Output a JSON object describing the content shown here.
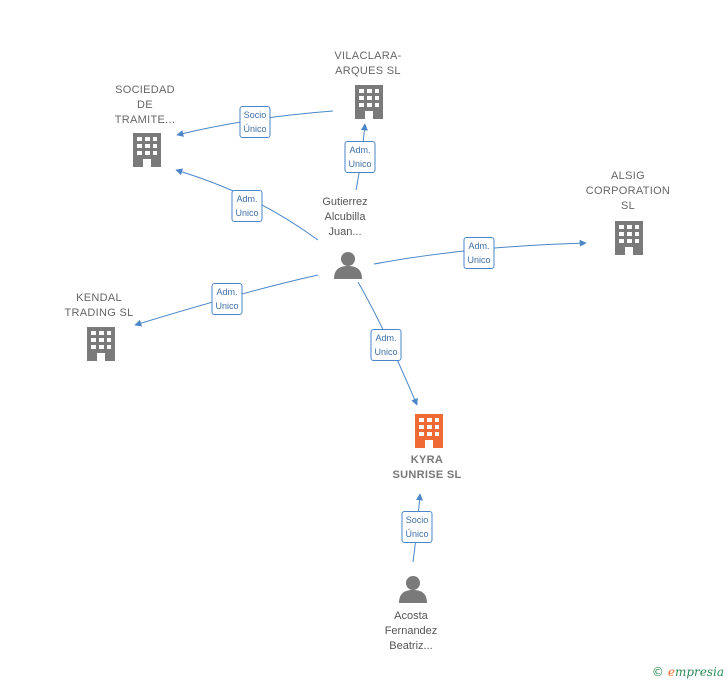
{
  "nodes": {
    "vilaclara": {
      "label": "VILACLARA-\nARQUES SL",
      "type": "company",
      "icon": "building-icon"
    },
    "sociedad": {
      "label": "SOCIEDAD\nDE\nTRAMITE...",
      "type": "company",
      "icon": "building-icon"
    },
    "alsig": {
      "label": "ALSIG\nCORPORATION\nSL",
      "type": "company",
      "icon": "building-icon"
    },
    "kendal": {
      "label": "KENDAL\nTRADING  SL",
      "type": "company",
      "icon": "building-icon"
    },
    "kyra": {
      "label": "KYRA\nSUNRISE  SL",
      "type": "company-focus",
      "icon": "building-icon"
    },
    "gutierrez": {
      "label": "Gutierrez\nAlcubilla\nJuan...",
      "type": "person",
      "icon": "person-icon"
    },
    "acosta": {
      "label": "Acosta\nFernandez\nBeatriz...",
      "type": "person",
      "icon": "person-icon"
    }
  },
  "edges": [
    {
      "id": "e1",
      "label": "Socio\nÚnico",
      "from": "vilaclara",
      "to": "sociedad"
    },
    {
      "id": "e2",
      "label": "Adm.\nUnico",
      "from": "gutierrez",
      "to": "vilaclara"
    },
    {
      "id": "e3",
      "label": "Adm.\nUnico",
      "from": "gutierrez",
      "to": "sociedad"
    },
    {
      "id": "e4",
      "label": "Adm.\nUnico",
      "from": "gutierrez",
      "to": "alsig"
    },
    {
      "id": "e5",
      "label": "Adm.\nUnico",
      "from": "gutierrez",
      "to": "kendal"
    },
    {
      "id": "e6",
      "label": "Adm.\nUnico",
      "from": "gutierrez",
      "to": "kyra"
    },
    {
      "id": "e7",
      "label": "Socio\nÚnico",
      "from": "acosta",
      "to": "kyra"
    }
  ],
  "colors": {
    "edge": "#4a86c8",
    "company": "#7a7a7a",
    "focus_company": "#f06a35",
    "person": "#7a7a7a"
  },
  "footer": {
    "copyright": "©",
    "brand_e": "e",
    "brand_rest": "mpresia"
  }
}
